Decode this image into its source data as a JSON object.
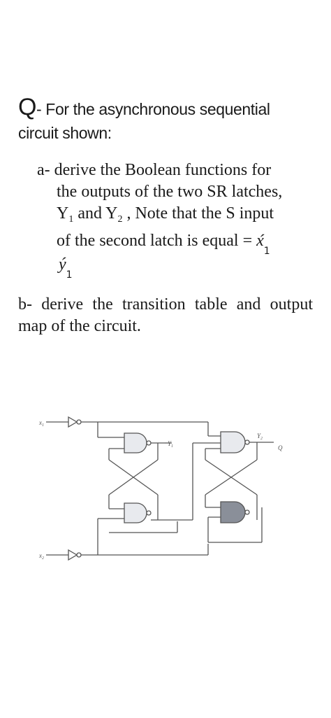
{
  "question": {
    "letter": "Q",
    "heading": "- For the asynchronous sequential circuit shown:"
  },
  "part_a": {
    "line1": "a- derive the Boolean functions for",
    "line2": "the outputs of the two SR latches,",
    "y1": "Y",
    "y1_sub": "1",
    "and": " and ",
    "y2": "Y",
    "y2_sub": "2",
    "note": " , Note that the S input",
    "line4": "of the second latch is equal = ",
    "x1": "x́",
    "x1_sub": "1",
    "ybar": "ý",
    "ybar_sub": "1"
  },
  "part_b": {
    "text": "b- derive the transition table and output map of the circuit."
  },
  "circuit": {
    "input_x1": "x",
    "input_x1_sub": "1",
    "input_x2": "x",
    "input_x2_sub": "2",
    "label_y1": "Y",
    "label_y1_sub": "1",
    "label_y2": "Y",
    "label_y2_sub": "2",
    "label_q": "Q"
  }
}
